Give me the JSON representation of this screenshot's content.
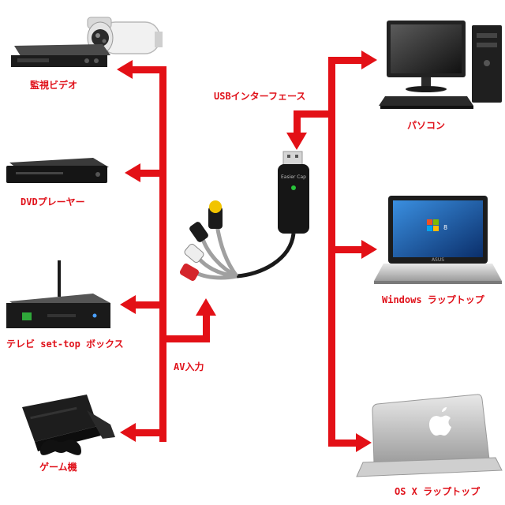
{
  "labels": {
    "cctv": "監視ビデオ",
    "dvd": "DVDプレーヤー",
    "settop": "テレビ set-top ボックス",
    "game": "ゲーム機",
    "av_input": "AV入力",
    "usb_interface": "USBインターフェース",
    "pc": "パソコン",
    "windows_laptop": "Windows ラップトップ",
    "mac_laptop": "OS X ラップトップ"
  },
  "device_text": {
    "adapter_brand": "Easier Cap",
    "windows_version": "8",
    "laptop_brand": "ASUS"
  },
  "colors": {
    "arrow": "#e31016",
    "label": "#e0121b",
    "device_dark": "#1b1b1b",
    "screen_blue": "#1e5aa8"
  }
}
